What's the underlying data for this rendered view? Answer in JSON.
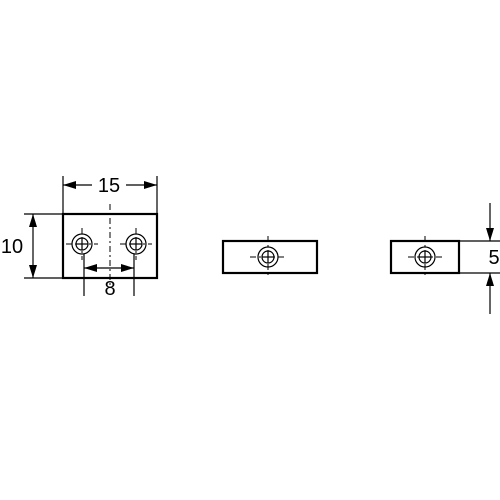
{
  "dimensions": {
    "width": "15",
    "height": "10",
    "hole_spacing": "8",
    "thickness": "5"
  },
  "colors": {
    "line": "#000000",
    "background": "#ffffff"
  },
  "icons": {
    "hole": "screw-hole-icon"
  }
}
